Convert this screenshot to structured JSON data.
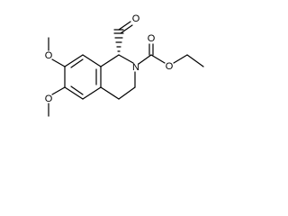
{
  "structure": {
    "atoms": {
      "ring_nitrogen": "N",
      "aldehyde_oxygen": "O",
      "ester_carbonyl_oxygen": "O",
      "ester_alkoxy_oxygen": "O",
      "methoxy_oxygen_upper": "O",
      "methoxy_oxygen_lower": "O"
    },
    "stereo_bond": "hashed-wedge",
    "colors": {
      "bonds": "#000000",
      "labels": "#000000",
      "background": "#ffffff"
    }
  }
}
